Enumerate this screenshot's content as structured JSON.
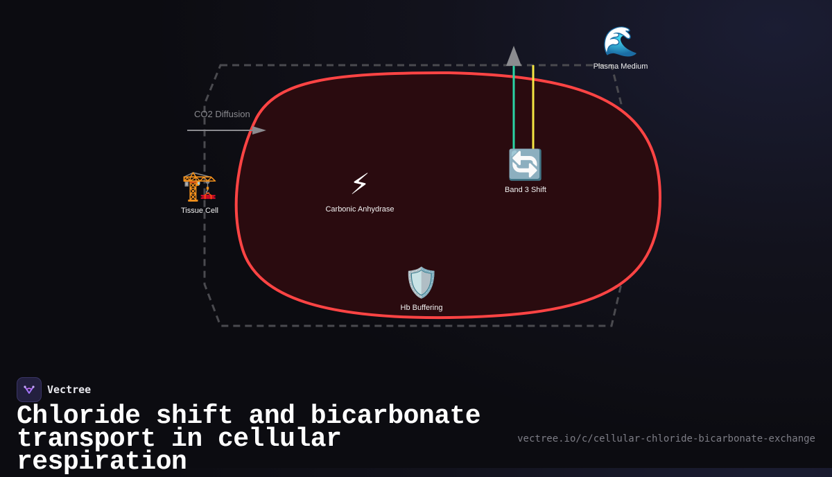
{
  "diagram": {
    "flow_label": "CO2 Diffusion",
    "nodes": {
      "tissue_cell": {
        "label": "Tissue Cell",
        "icon": "construction-crane-icon",
        "glyph": "🏗️"
      },
      "carbonic_anhydrase": {
        "label": "Carbonic Anhydrase",
        "icon": "lightning-icon",
        "glyph": "⚡"
      },
      "band3": {
        "label": "Band 3 Shift",
        "icon": "cycle-arrows-icon",
        "glyph": "🔄"
      },
      "hb_buffering": {
        "label": "Hb Buffering",
        "icon": "shield-icon",
        "glyph": "🛡️"
      },
      "plasma": {
        "label": "Plasma Medium",
        "icon": "wave-icon",
        "glyph": "🌊"
      }
    },
    "colors": {
      "cell_stroke": "#ff4444",
      "cell_fill": "#2a0b0f",
      "boundary": "#4a4a4f",
      "teal_line": "#2bd4a4",
      "yellow_line": "#f5e642",
      "arrow": "#8b8b8f"
    }
  },
  "brand": {
    "name": "Vectree",
    "logo_icon": "vectree-logo-icon"
  },
  "footer": {
    "title": "Chloride shift and bicarbonate transport in cellular respiration",
    "url": "vectree.io/c/cellular-chloride-bicarbonate-exchange"
  }
}
